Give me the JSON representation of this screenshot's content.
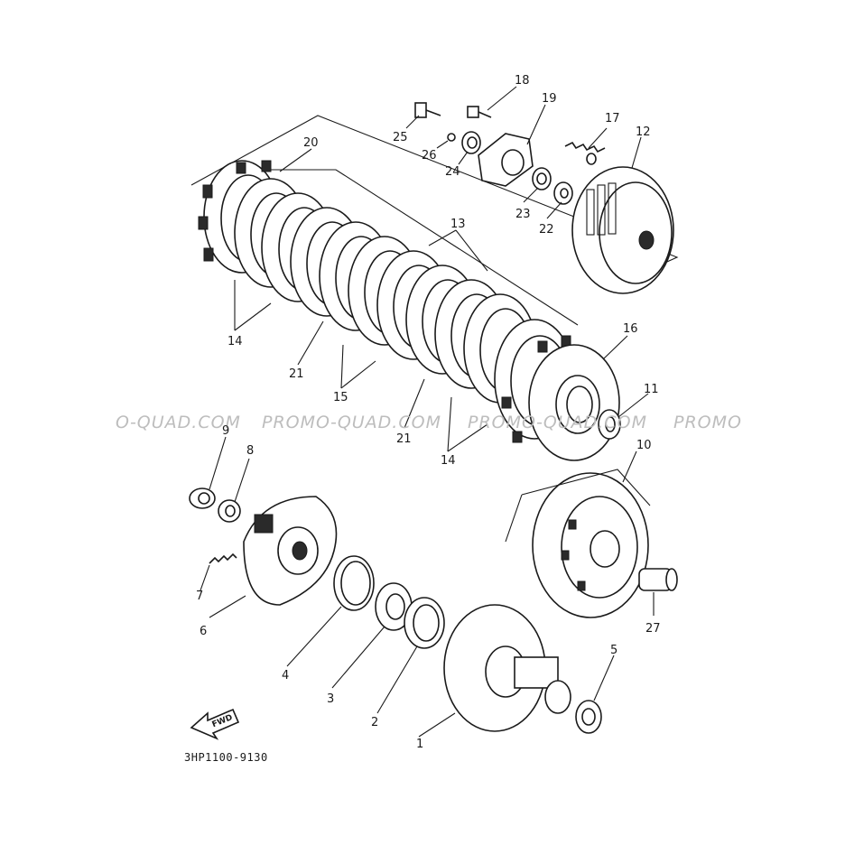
{
  "diagram": {
    "part_code": "3HP1100-9130",
    "fwd_label": "FWD",
    "watermarks": [
      "O-QUAD.COM",
      "PROMO-QUAD.COM",
      "PROMO-QUAD.COM",
      "PROMO"
    ],
    "callouts": [
      "1",
      "2",
      "3",
      "4",
      "5",
      "6",
      "7",
      "8",
      "9",
      "10",
      "11",
      "12",
      "13",
      "14",
      "14",
      "15",
      "16",
      "17",
      "18",
      "19",
      "20",
      "21",
      "21",
      "22",
      "23",
      "24",
      "25",
      "26",
      "27"
    ]
  }
}
